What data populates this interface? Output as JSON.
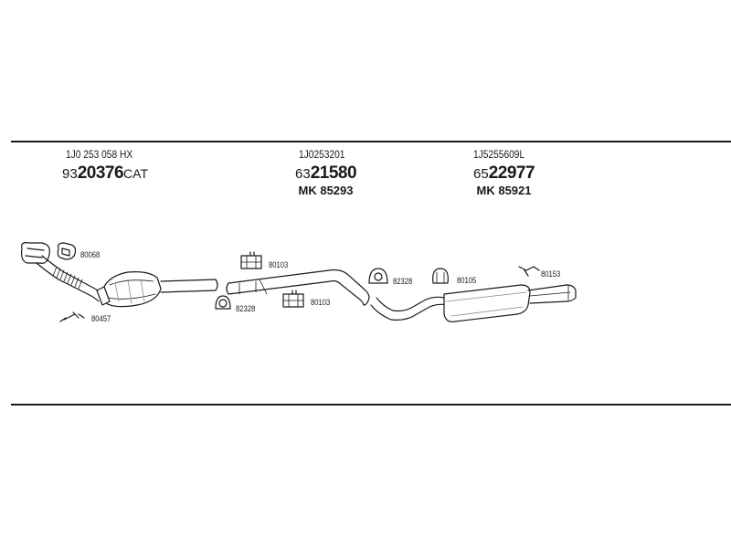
{
  "groups": [
    {
      "oem": "1J0 253 058 HX",
      "art_prefix": "93",
      "art_main": "20376",
      "art_suffix": "CAT",
      "mk": ""
    },
    {
      "oem": "1J0253201",
      "art_prefix": "63",
      "art_main": "21580",
      "art_suffix": "",
      "mk": "MK 85293"
    },
    {
      "oem": "1J5255609L",
      "art_prefix": "65",
      "art_main": "22977",
      "art_suffix": "",
      "mk": "MK 85921"
    }
  ],
  "labels": {
    "l80068": "80068",
    "l80457": "80457",
    "l80103a": "80103",
    "l82328a": "82328",
    "l80103b": "80103",
    "l82328b": "82328",
    "l80105": "80105",
    "l80153": "80153"
  },
  "colors": {
    "line": "#1a1a1a",
    "part_fill": "#ffffff",
    "part_shade": "#8a8a8a"
  }
}
